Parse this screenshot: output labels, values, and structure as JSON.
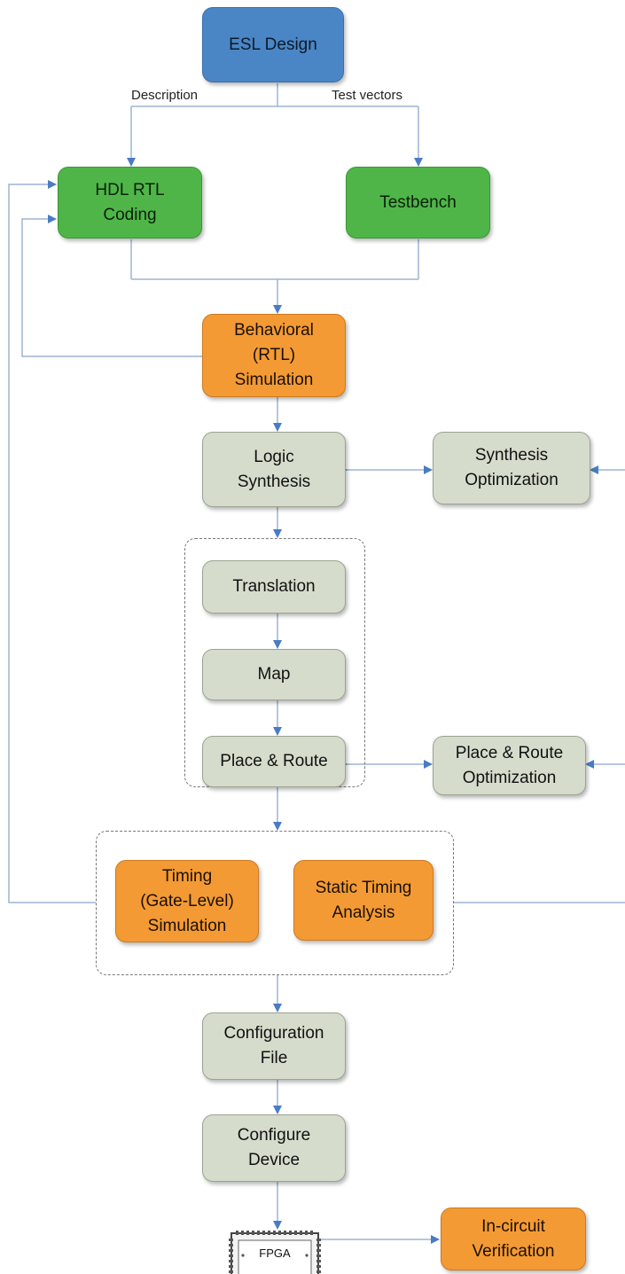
{
  "nodes": {
    "esl_design": [
      "ESL Design"
    ],
    "hdl_rtl_coding": [
      "HDL RTL",
      "Coding"
    ],
    "testbench": [
      "Testbench"
    ],
    "behavioral_simulation": [
      "Behavioral",
      "(RTL)",
      "Simulation"
    ],
    "logic_synthesis": [
      "Logic",
      "Synthesis"
    ],
    "synthesis_optimization": [
      "Synthesis",
      "Optimization"
    ],
    "translation": [
      "Translation"
    ],
    "map": [
      "Map"
    ],
    "place_route": [
      "Place & Route"
    ],
    "place_route_optimization": [
      "Place & Route",
      "Optimization"
    ],
    "timing_simulation": [
      "Timing",
      "(Gate-Level)",
      "Simulation"
    ],
    "static_timing_analysis": [
      "Static Timing",
      "Analysis"
    ],
    "configuration_file": [
      "Configuration",
      "File"
    ],
    "configure_device": [
      "Configure",
      "Device"
    ],
    "in_circuit_verification": [
      "In-circuit",
      "Verification"
    ]
  },
  "edge_labels": {
    "description": "Description",
    "test_vectors": "Test vectors"
  },
  "fpga_label": "FPGA",
  "colors": {
    "blue": "#4a86c5",
    "green": "#4fb548",
    "orange": "#f39a35",
    "gray": "#d6dccc",
    "arrow": "#4a7cc4",
    "line": "#9fb3d3"
  }
}
